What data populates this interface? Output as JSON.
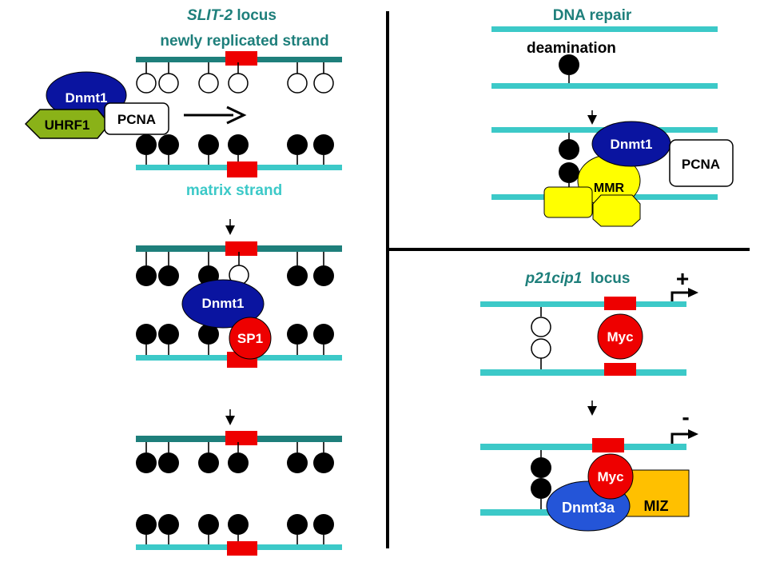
{
  "colors": {
    "teal_dark": "#1e7f7b",
    "teal_light": "#3cc9c8",
    "red": "#ee0000",
    "navy": "#0a14a0",
    "royal_blue": "#2455d8",
    "yellow": "#ffff00",
    "gold": "#ffc000",
    "olive_green": "#8ab218",
    "black": "#000000",
    "white": "#ffffff"
  },
  "left_panel": {
    "title_gene": "SLIT-2",
    "title_suffix": " locus",
    "top_strand_label": "newly replicated strand",
    "bottom_strand_label": "matrix strand",
    "proteins": {
      "dnmt1": "Dnmt1",
      "uhrf1": "UHRF1",
      "pcna": "PCNA",
      "sp1": "SP1"
    }
  },
  "top_right_panel": {
    "title": "DNA repair",
    "deamination_label": "deamination",
    "proteins": {
      "dnmt1": "Dnmt1",
      "pcna": "PCNA",
      "mmr": "MMR"
    }
  },
  "bottom_right_panel": {
    "title_gene": "p21cip1",
    "title_suffix": "  locus",
    "active_sign": "+",
    "repressed_sign": "-",
    "proteins": {
      "myc": "Myc",
      "dnmt3a": "Dnmt3a",
      "miz": "MIZ"
    }
  }
}
